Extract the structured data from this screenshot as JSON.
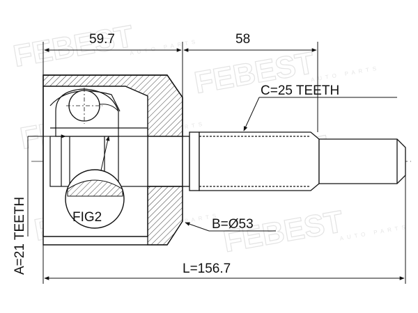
{
  "dimensions": {
    "length_left": "59.7",
    "length_right": "58",
    "spline_outer": "C=25 TEETH",
    "spline_inner": "A=21 TEETH",
    "abs_diameter": "B=Ø53",
    "total_length": "L=156.7"
  },
  "callouts": {
    "detail": "FIG2"
  },
  "watermark": {
    "brand": "FEBEST",
    "tagline": "AUTO PARTS"
  }
}
